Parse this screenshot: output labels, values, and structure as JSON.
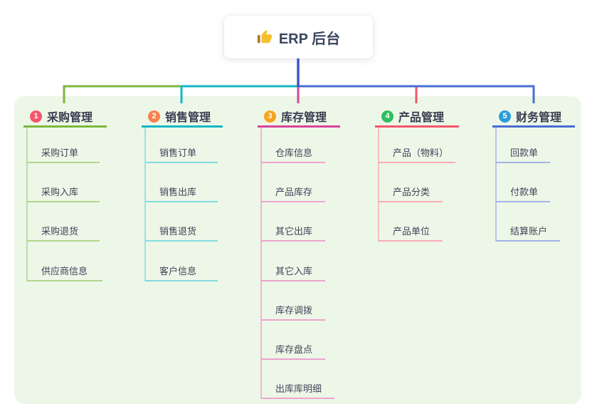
{
  "root": {
    "label": "ERP 后台",
    "icon": "thumbs-up-icon",
    "icon_color": "#f5c02f",
    "card_background": "#ffffff",
    "text_color": "#3a4560"
  },
  "canvas": {
    "panel_background": "#edf7e8",
    "page_background": "#ffffff",
    "root_stem_color": "#4053cb"
  },
  "branches": [
    {
      "index": "1",
      "label": "采购管理",
      "badge_color": "#f4566b",
      "line_color": "#7cb93e",
      "child_line_color": "#afd68b",
      "items": [
        "采购订单",
        "采购入库",
        "采购退货",
        "供应商信息"
      ]
    },
    {
      "index": "2",
      "label": "销售管理",
      "badge_color": "#f8804d",
      "line_color": "#14b8c4",
      "child_line_color": "#83dbdd",
      "items": [
        "销售订单",
        "销售出库",
        "销售退货",
        "客户信息"
      ]
    },
    {
      "index": "3",
      "label": "库存管理",
      "badge_color": "#f6a41f",
      "line_color": "#d6459c",
      "child_line_color": "#eba3ce",
      "items": [
        "仓库信息",
        "产品库存",
        "其它出库",
        "其它入库",
        "库存调拨",
        "库存盘点",
        "出库库明细"
      ]
    },
    {
      "index": "4",
      "label": "产品管理",
      "badge_color": "#2fbe5f",
      "line_color": "#f4566b",
      "child_line_color": "#f9abb6",
      "items": [
        "产品（物料）",
        "产品分类",
        "产品单位"
      ]
    },
    {
      "index": "5",
      "label": "财务管理",
      "badge_color": "#2d9cdb",
      "line_color": "#4a6cd4",
      "child_line_color": "#a3b4e8",
      "items": [
        "回款单",
        "付款单",
        "结算账户"
      ]
    }
  ]
}
